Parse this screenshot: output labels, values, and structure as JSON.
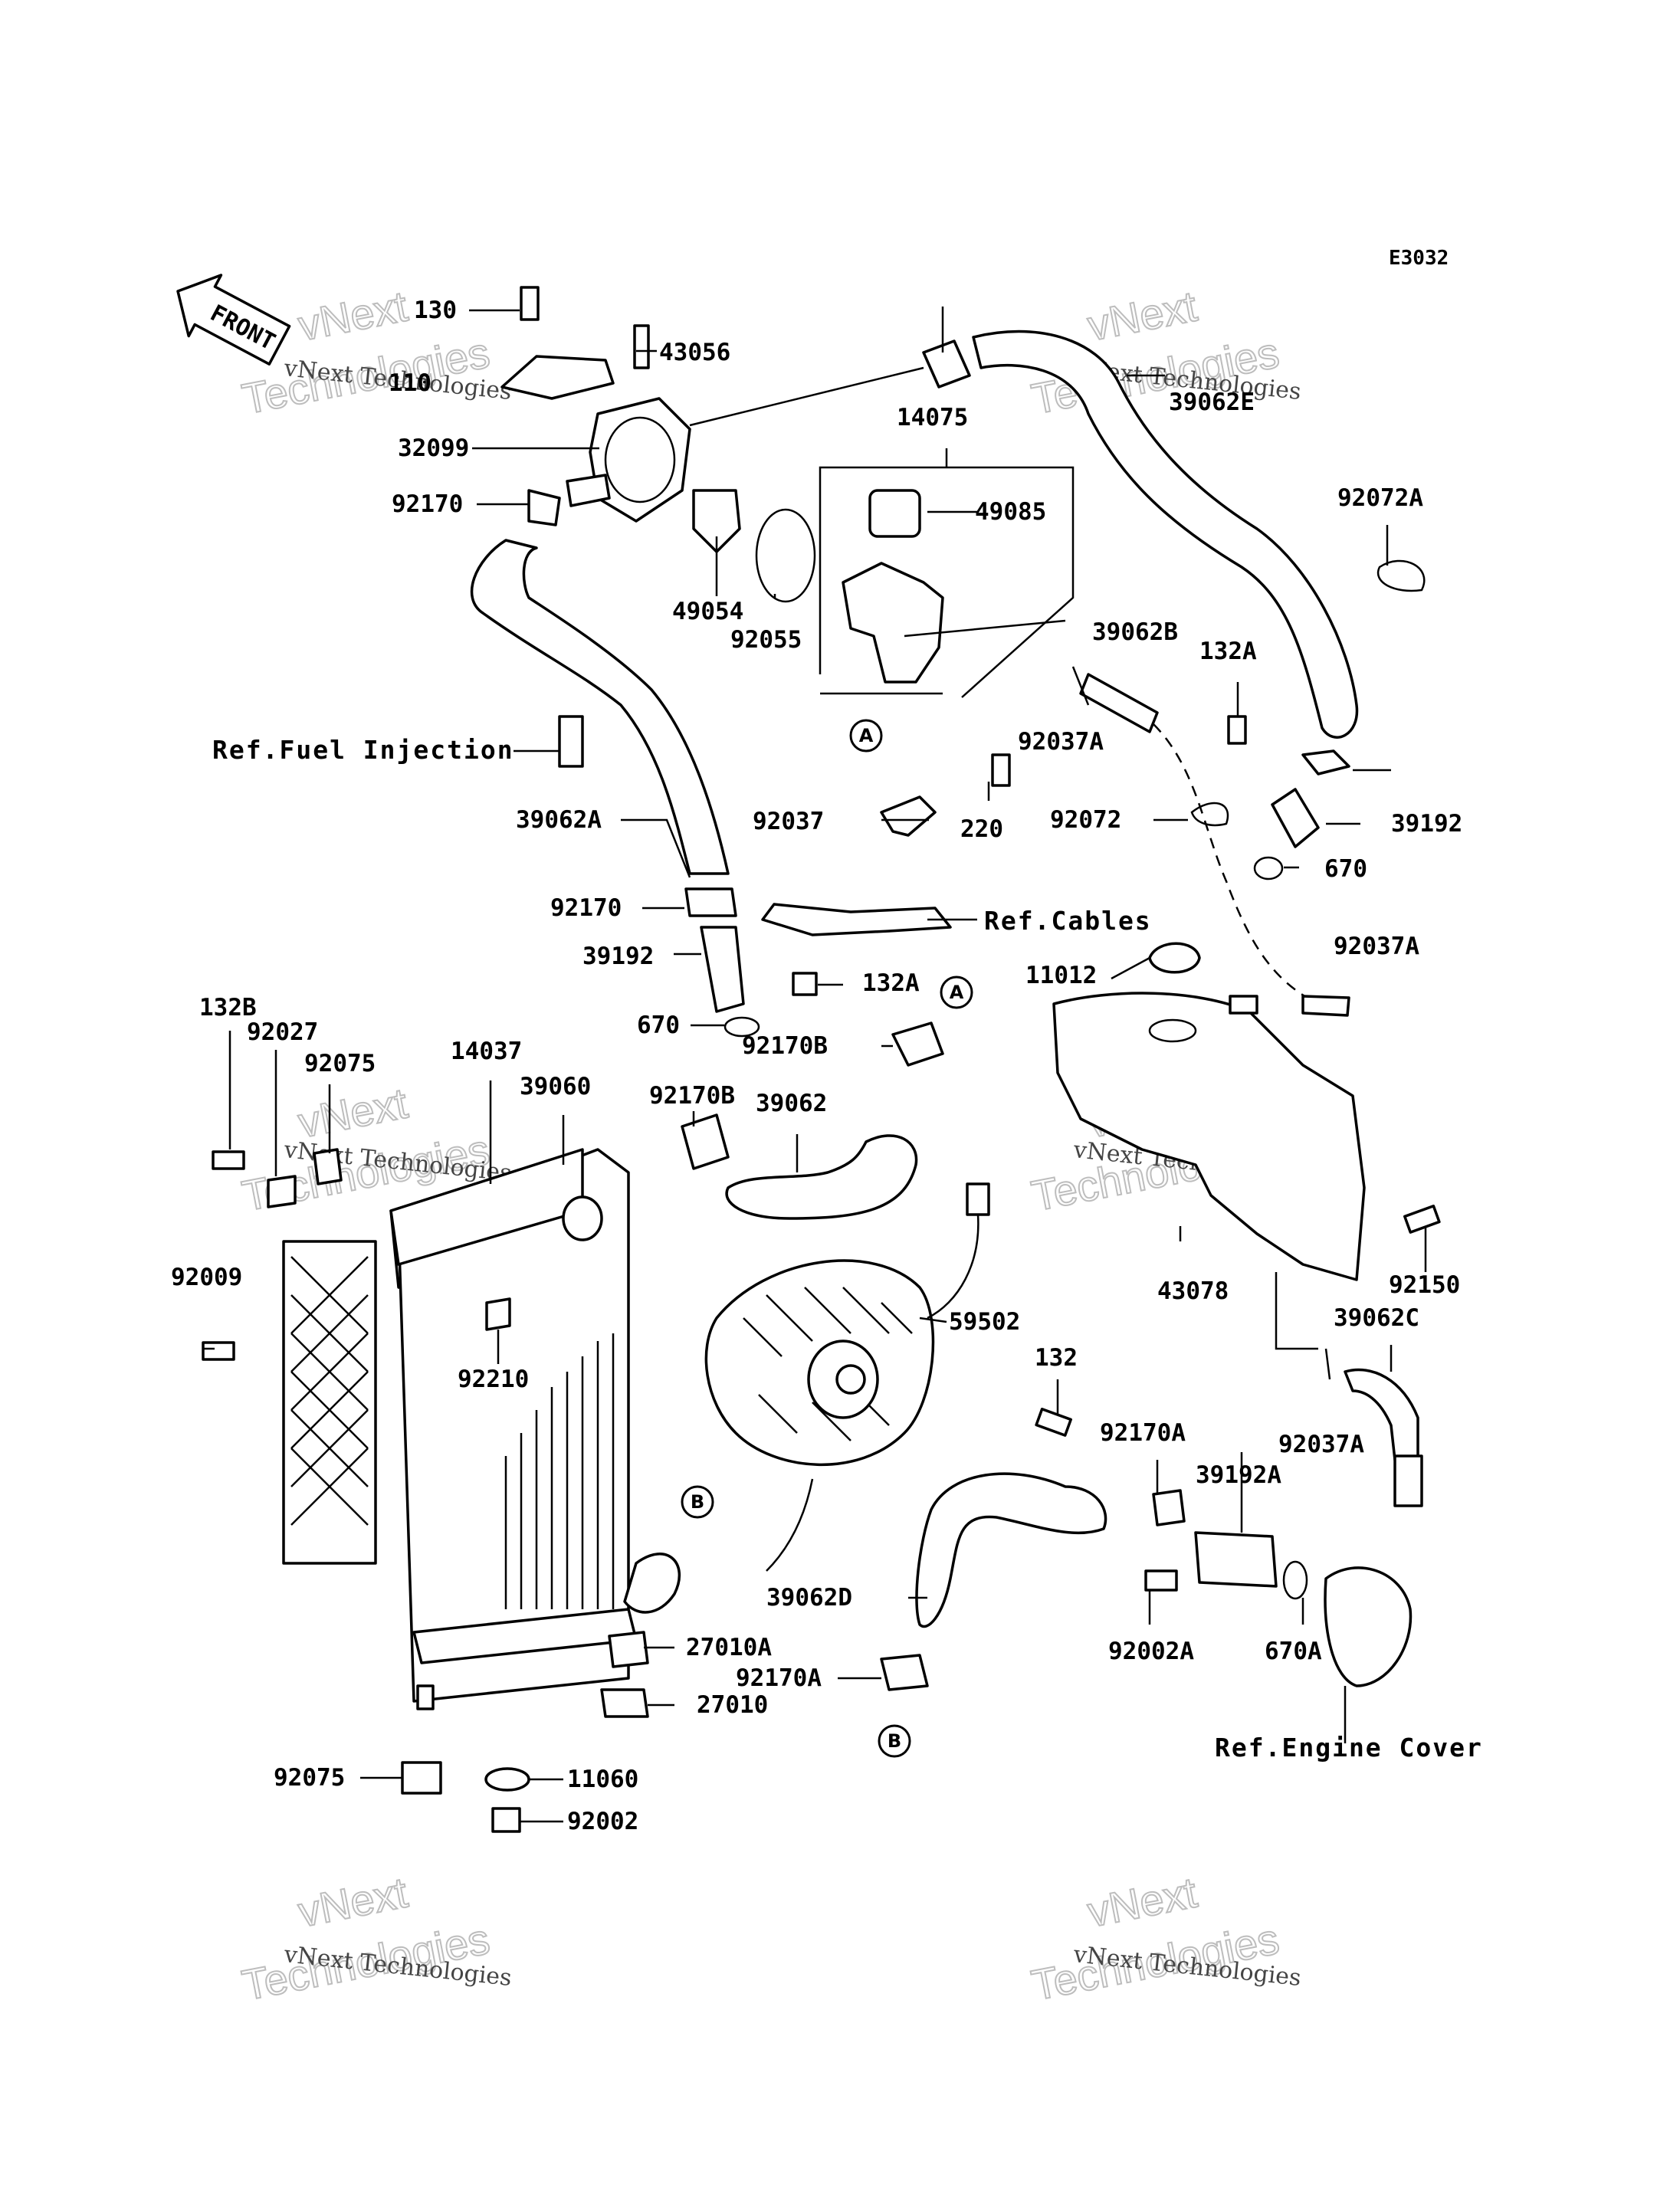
{
  "diagram_code": "E3032",
  "front_label": "FRONT",
  "watermark": {
    "line1": "vNext Technologies",
    "line2": "vNext",
    "line3": "Technologies"
  },
  "parts": [
    "130",
    "43056",
    "110",
    "32099",
    "92170",
    "49054",
    "92055",
    "14075",
    "49085",
    "39062E",
    "92072A",
    "39062B",
    "132A",
    "92037A",
    "220",
    "92037",
    "92072",
    "39192",
    "670",
    "39062A",
    "132B",
    "92027",
    "92075",
    "14037",
    "39060",
    "92170B",
    "39062",
    "11012",
    "43078",
    "92150",
    "39062C",
    "92009",
    "92210",
    "59502",
    "132",
    "92170A",
    "39192A",
    "92002A",
    "670A",
    "39062D",
    "27010A",
    "27010",
    "11060",
    "92002"
  ],
  "references": {
    "fuel": "Ref.Fuel Injection",
    "cables": "Ref.Cables",
    "engine": "Ref.Engine Cover"
  },
  "connectors": {
    "a": "A",
    "b": "B"
  }
}
